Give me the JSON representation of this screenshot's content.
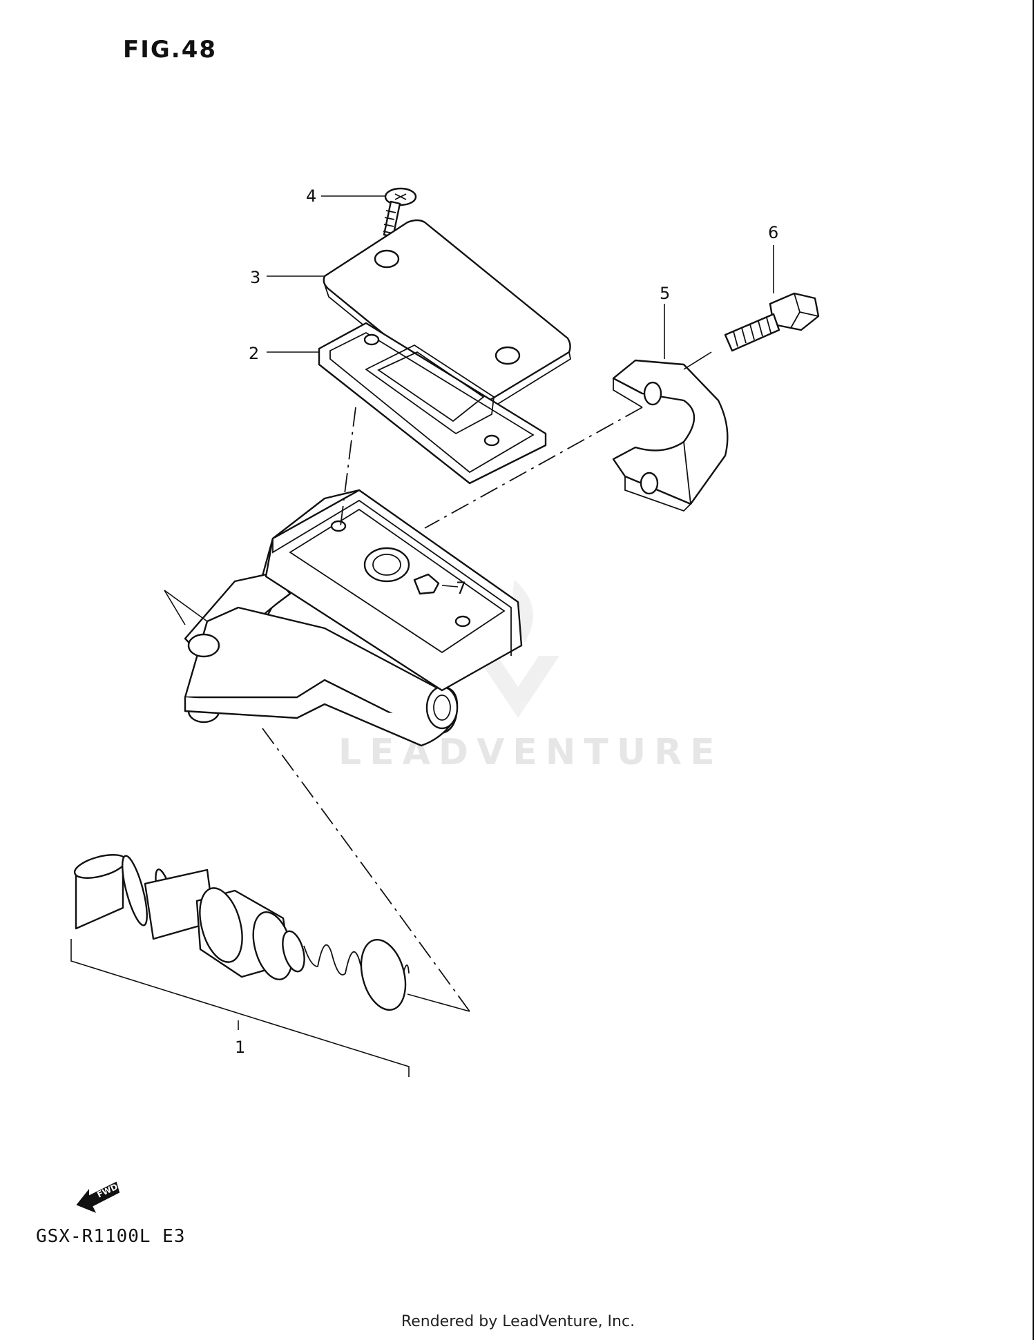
{
  "figure": {
    "title": "FIG.48"
  },
  "callouts": [
    {
      "id": "1",
      "part": "master-cylinder-piston-set"
    },
    {
      "id": "2",
      "part": "diaphragm"
    },
    {
      "id": "3",
      "part": "reservoir-cap"
    },
    {
      "id": "4",
      "part": "cap-screw"
    },
    {
      "id": "5",
      "part": "clamp-holder"
    },
    {
      "id": "6",
      "part": "clamp-bolt"
    },
    {
      "id": "7",
      "part": "check-valve"
    }
  ],
  "fwd_arrow": {
    "label": "FWD",
    "icon": "fwd-arrow-icon"
  },
  "model": {
    "code": "GSX-R1100L  E3"
  },
  "watermark": {
    "text": "LEADVENTURE"
  },
  "footer": {
    "text": "Rendered by LeadVenture, Inc."
  }
}
